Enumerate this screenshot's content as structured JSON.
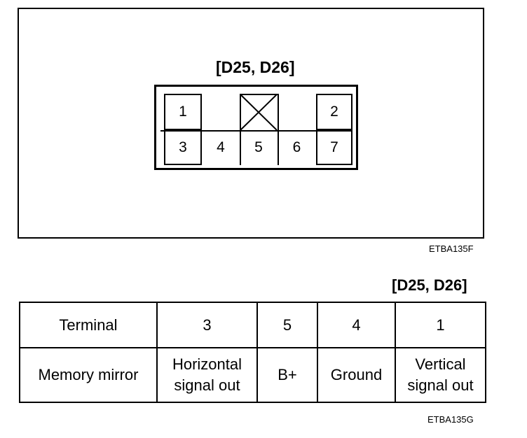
{
  "connector": {
    "title": "[D25, D26]",
    "pins": [
      "1",
      "2",
      "3",
      "4",
      "5",
      "6",
      "7"
    ]
  },
  "figure_codes": {
    "top": "ETBA135F",
    "bottom": "ETBA135G"
  },
  "table": {
    "title": "[D25, D26]",
    "header": [
      "Terminal",
      "3",
      "5",
      "4",
      "1"
    ],
    "row": [
      "Memory mirror",
      "Horizontal\nsignal out",
      "B+",
      "Ground",
      "Vertical\nsignal out"
    ]
  }
}
